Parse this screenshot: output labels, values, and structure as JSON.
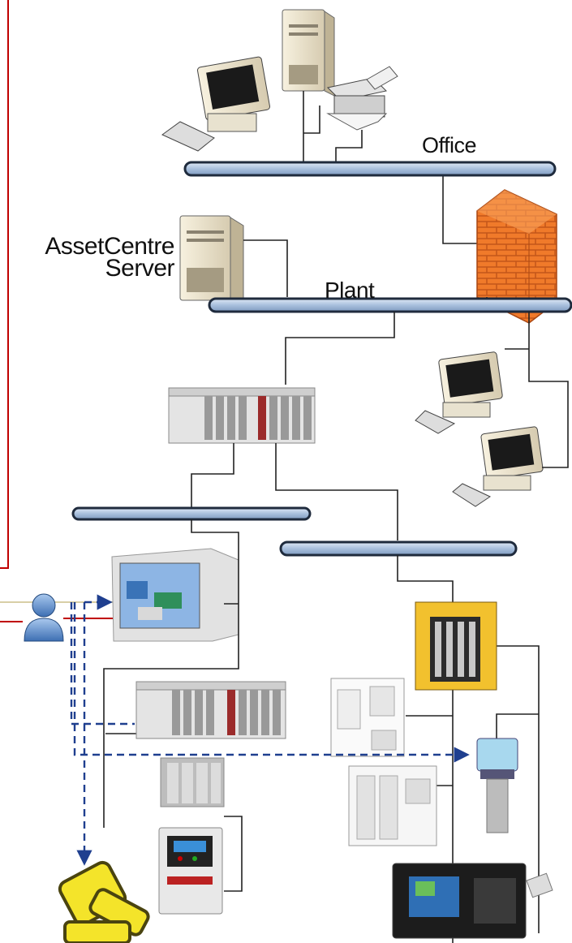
{
  "labels": {
    "office": "Office",
    "plant": "Plant",
    "server_line1": "AssetCentre",
    "server_line2": "Server"
  },
  "colors": {
    "network_bus": "#a9c0dd",
    "bus_outline": "#1f2b3d",
    "wire": "#222222",
    "admin_link": "#c00000",
    "access_path": "#1f3f8f",
    "firewall": "#f07a2a",
    "robot": "#f4e42a"
  },
  "icons": {
    "office_server": "tower-server-icon",
    "office_workstation": "desktop-computer-icon",
    "printer": "printer-icon",
    "firewall": "firewall-icon",
    "asset_server": "tower-server-icon",
    "plant_workstation": "desktop-computer-icon",
    "user": "user-icon",
    "robot": "robot-arm-icon",
    "hmi": "hmi-panel-icon"
  }
}
